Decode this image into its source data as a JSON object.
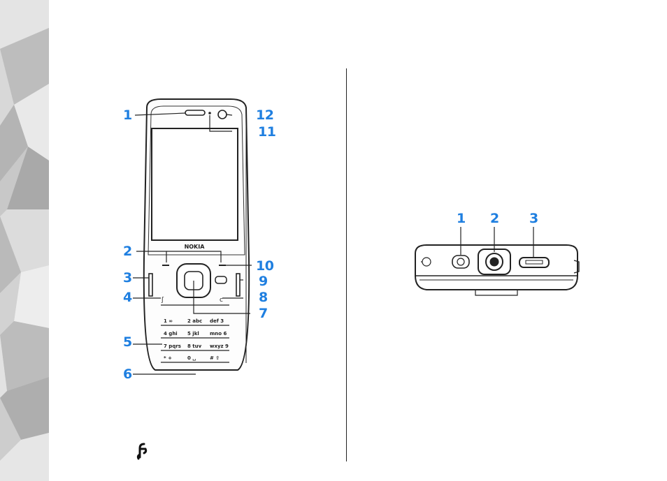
{
  "colors": {
    "callout": "#1f7fe0",
    "device_outline": "#222222",
    "sidebar_base": "#cfcfcf"
  },
  "front_view": {
    "brand_label": "NOKIA",
    "callouts": [
      "1",
      "2",
      "3",
      "4",
      "5",
      "6",
      "7",
      "8",
      "9",
      "10",
      "11",
      "12"
    ],
    "keypad_rows": [
      [
        "1 ∞",
        "2 abc",
        "def 3"
      ],
      [
        "4 ghi",
        "5 jkl",
        "mno 6"
      ],
      [
        "7 pqrs",
        "8 tuv",
        "wxyz 9"
      ],
      [
        "* +",
        "0 ␣",
        "# ⇧"
      ]
    ]
  },
  "top_view": {
    "callouts": [
      "1",
      "2",
      "3"
    ]
  },
  "icons": {
    "menu_key": "menu-key-icon"
  }
}
